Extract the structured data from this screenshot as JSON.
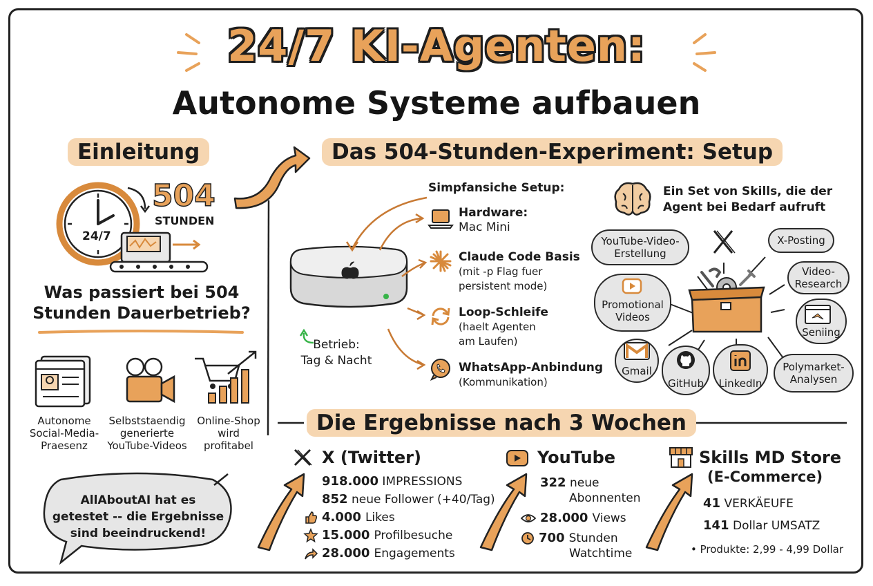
{
  "title": {
    "main": "24/7 KI-Agenten:",
    "sub": "Autonome Systeme aufbauen"
  },
  "intro": {
    "heading": "Einleitung",
    "big_number": "504",
    "big_unit": "STUNDEN",
    "clock_label": "24/7",
    "question_line1": "Was passiert bei 504",
    "question_line2": "Stunden Dauerbetrieb?",
    "items": [
      {
        "l1": "Autonome",
        "l2": "Social-Media-",
        "l3": "Praesenz"
      },
      {
        "l1": "Selbststaendig",
        "l2": "generierte",
        "l3": "YouTube-Videos"
      },
      {
        "l1": "Online-Shop",
        "l2": "wird",
        "l3": "profitabel"
      }
    ],
    "bubble_line1": "AllAboutAI hat es",
    "bubble_line2": "getestet -- die Ergebnisse",
    "bubble_line3": "sind beeindruckend!"
  },
  "setup": {
    "heading": "Das 504-Stunden-Experiment: Setup",
    "label": "Simpfansiche Setup:",
    "operation_l1": "Betrieb:",
    "operation_l2": "Tag & Nacht",
    "items": [
      {
        "title": "Hardware:",
        "d1": "Mac Mini",
        "d2": "",
        "icon": "laptop-icon"
      },
      {
        "title": "Claude Code Basis",
        "d1": "(mit -p Flag fuer",
        "d2": "persistent mode)",
        "icon": "claude-icon"
      },
      {
        "title": "Loop-Schleife",
        "d1": "(haelt Agenten",
        "d2": "am Laufen)",
        "icon": "loop-icon"
      },
      {
        "title": "WhatsApp-Anbindung",
        "d1": "(Kommunikation)",
        "d2": "",
        "icon": "whatsapp-icon"
      }
    ],
    "skills_l1": "Ein Set von Skills, die der",
    "skills_l2": "Agent bei Bedarf aufruft",
    "skills": {
      "youtube_l1": "YouTube-Video-",
      "youtube_l2": "Erstellung",
      "xposting": "X-Posting",
      "research_l1": "Video-",
      "research_l2": "Research",
      "promo_l1": "Promotional",
      "promo_l2": "Videos",
      "sening": "Seniing",
      "gmail": "Gmail",
      "github": "GitHub",
      "linkedin": "LinkedIn",
      "poly_l1": "Polymarket-",
      "poly_l2": "Analysen"
    }
  },
  "results": {
    "heading": "Die Ergebnisse nach 3 Wochen",
    "x": {
      "title": "X (Twitter)",
      "impressions_num": "918.000",
      "impressions_lbl": "IMPRESSIONS",
      "followers_num": "852",
      "followers_lbl": "neue Follower (+40/Tag)",
      "likes_num": "4.000",
      "likes_lbl": "Likes",
      "visits_num": "15.000",
      "visits_lbl": "Profilbesuche",
      "eng_num": "28.000",
      "eng_lbl": "Engagements"
    },
    "youtube": {
      "title": "YouTube",
      "subs_num": "322",
      "subs_l1": "neue",
      "subs_l2": "Abonnenten",
      "views_num": "28.000",
      "views_lbl": "Views",
      "watch_num": "700",
      "watch_l1": "Stunden",
      "watch_l2": "Watchtime"
    },
    "store": {
      "title": "Skills MD Store",
      "subtitle": "(E-Commerce)",
      "sales_num": "41",
      "sales_lbl": "VERKÄEUFE",
      "rev_num": "141",
      "rev_lbl": "Dollar UMSATZ",
      "products": "• Produkte: 2,99 - 4,99 Dollar"
    }
  },
  "colors": {
    "accent": "#e8a25a",
    "accent_dark": "#d88a3c",
    "highlight": "#f6d6b1",
    "ink": "#1e1e1e",
    "bubble": "#e6e6e6"
  }
}
